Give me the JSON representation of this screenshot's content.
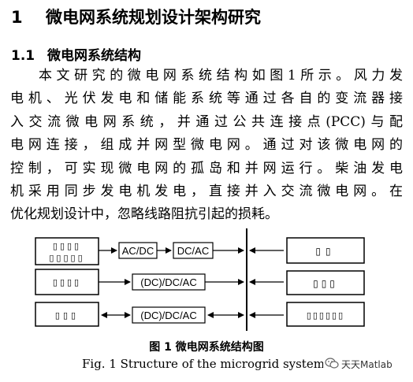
{
  "section": {
    "number": "1",
    "title": "微电网系统规划设计架构研究"
  },
  "subsection": {
    "number": "1.1",
    "title": "微电网系统结构"
  },
  "paragraph": {
    "lines": [
      "本文研究的微电网系统结构如图1所示。风力发",
      "电机、光伏发电和储能系统等通过各自的变流器接",
      "入交流微电网系统，并通过公共连接点(PCC)与配",
      "电网连接，组成并网型微电网。通过对该微电网的",
      "控制，可实现微电网的孤岛和并网运行。柴油发电",
      "机采用同步发电机发电，直接并入交流微电网。在",
      "优化规划设计中，忽略线路阻抗引起的损耗。"
    ]
  },
  "diagram": {
    "rows": [
      {
        "source_label": "▯▯▯▯\n▯▯▯▯▯",
        "converters": [
          "AC/DC",
          "DC/AC"
        ],
        "load_label": "▯▯"
      },
      {
        "source_label": "▯▯▯▯",
        "converters": [
          "(DC)/DC/AC"
        ],
        "load_label": "▯▯▯"
      },
      {
        "source_label": "▯▯▯",
        "converters": [
          "(DC)/DC/AC"
        ],
        "load_label": "▯▯▯▯▯▯"
      }
    ]
  },
  "figure": {
    "caption_cn": "图 1  微电网系统结构图",
    "caption_en": "Fig. 1 Structure of the microgrid system"
  },
  "watermark": {
    "text": "天天Matlab",
    "icon": "wechat-icon"
  }
}
